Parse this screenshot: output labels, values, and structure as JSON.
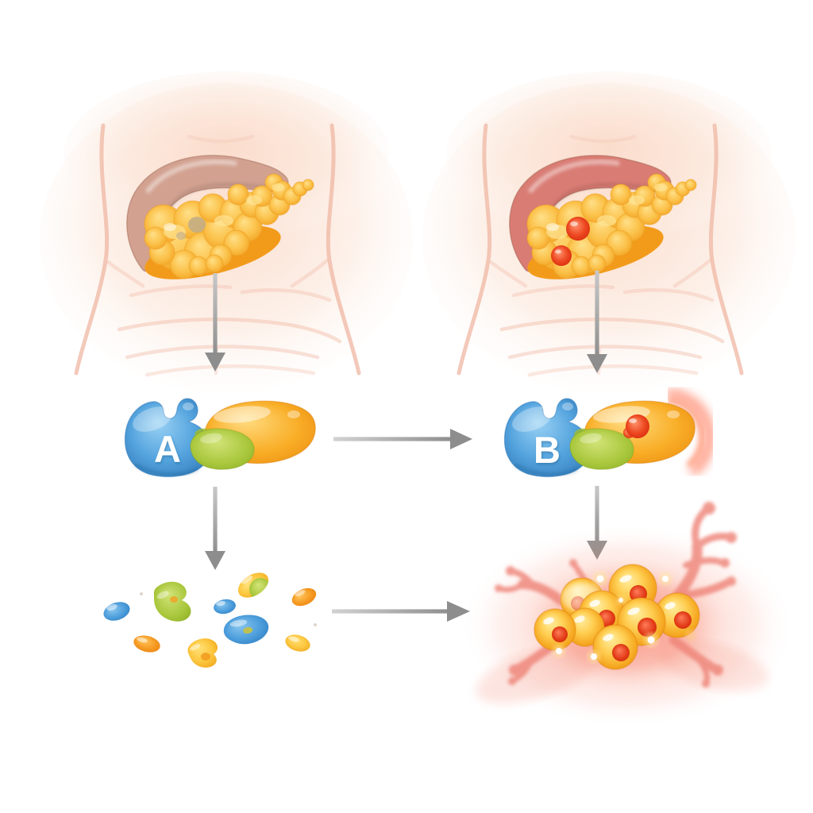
{
  "diagram": {
    "columns": [
      {
        "id": "left",
        "complex_label": "A"
      },
      {
        "id": "right",
        "complex_label": "B"
      }
    ],
    "rows": [
      "abdomen-anatomy",
      "molecular-complex",
      "cellular-outcome"
    ],
    "nodes": [
      {
        "id": "torso-pancreas-normal",
        "row": "abdomen-anatomy",
        "column": "left",
        "icon": "torso-with-normal-pancreas"
      },
      {
        "id": "torso-pancreas-affected",
        "row": "abdomen-anatomy",
        "column": "right",
        "icon": "torso-with-red-spotted-pancreas",
        "red_spots": 2
      },
      {
        "id": "complex-a",
        "row": "molecular-complex",
        "column": "left",
        "label": "A",
        "icon": "blue-enzyme-orange-substrate-green-binder"
      },
      {
        "id": "complex-b",
        "row": "molecular-complex",
        "column": "right",
        "label": "B",
        "icon": "blue-enzyme-orange-substrate-red-lesion-glow"
      },
      {
        "id": "fragments",
        "row": "cellular-outcome",
        "column": "left",
        "icon": "scattered-digested-fragments",
        "fragment_count": 9
      },
      {
        "id": "cell-cluster",
        "row": "cellular-outcome",
        "column": "right",
        "icon": "inflamed-glossy-cell-cluster",
        "cell_count": 8
      }
    ],
    "edges": [
      {
        "from": "torso-pancreas-normal",
        "to": "complex-a",
        "direction": "down"
      },
      {
        "from": "torso-pancreas-affected",
        "to": "complex-b",
        "direction": "down"
      },
      {
        "from": "complex-a",
        "to": "complex-b",
        "direction": "right"
      },
      {
        "from": "complex-a",
        "to": "fragments",
        "direction": "down"
      },
      {
        "from": "complex-b",
        "to": "cell-cluster",
        "direction": "down"
      },
      {
        "from": "fragments",
        "to": "cell-cluster",
        "direction": "right"
      }
    ],
    "colors": {
      "background": "#ffffff",
      "skin_glow": "#fbdccb",
      "skin_contour": "#efb7a3",
      "pancreas_yellow": "#fbc24b",
      "pancreas_edge": "#ed9415",
      "duodenum_normal": "#d2a190",
      "duodenum_inflamed": "#d97c74",
      "lesion_red": "#e6402a",
      "enzyme_blue": "#4d9edc",
      "substrate_orange": "#f6a81f",
      "binder_green": "#a9c73c",
      "arrow_gray": "#8d8d8d",
      "inflammation_glow": "#f2685a",
      "cell_yellow": "#ffce52",
      "cell_nucleus": "#e23a17"
    }
  }
}
